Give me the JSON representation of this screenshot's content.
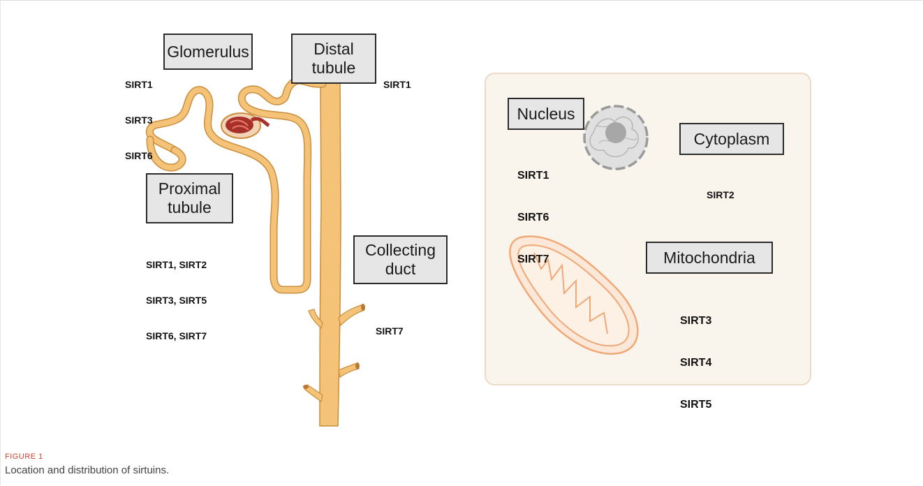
{
  "figure": {
    "label": "FIGURE 1",
    "caption": "Location and distribution of sirtuins."
  },
  "nephron": {
    "glomerulus": {
      "title": "Glomerulus",
      "sirtuins": [
        "SIRT1",
        "SIRT3",
        "SIRT6"
      ]
    },
    "distal_tubule": {
      "title_line1": "Distal",
      "title_line2": "tubule",
      "sirtuins": [
        "SIRT1"
      ]
    },
    "proximal_tubule": {
      "title_line1": "Proximal",
      "title_line2": "tubule",
      "sirtuins": [
        "SIRT1, SIRT2",
        "SIRT3, SIRT5",
        "SIRT6, SIRT7"
      ]
    },
    "collecting_duct": {
      "title_line1": "Collecting",
      "title_line2": "duct",
      "sirtuins": [
        "SIRT7"
      ]
    }
  },
  "cell": {
    "nucleus": {
      "title": "Nucleus",
      "sirtuins": [
        "SIRT1",
        "SIRT6",
        "SIRT7"
      ]
    },
    "cytoplasm": {
      "title": "Cytoplasm",
      "sirtuins": [
        "SIRT2"
      ]
    },
    "mitochondria": {
      "title": "Mitochondria",
      "sirtuins": [
        "SIRT3",
        "SIRT4",
        "SIRT5"
      ]
    }
  },
  "colors": {
    "tubule_fill": "#f5c377",
    "tubule_stroke": "#c98d3c",
    "glomerulus_red": "#a8302a",
    "cell_bg": "#f9f4ec",
    "mito_stroke": "#f0a877"
  }
}
